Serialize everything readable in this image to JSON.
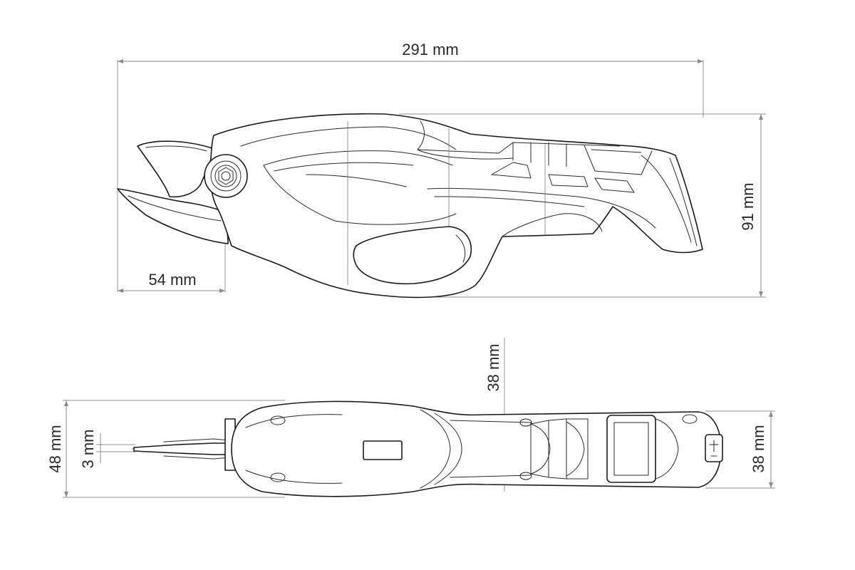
{
  "dimensions": {
    "overall_length": "291 mm",
    "blade_length": "54 mm",
    "side_height": "91 mm",
    "top_width": "38 mm",
    "overall_width": "48 mm",
    "blade_thickness": "3 mm",
    "handle_width": "38 mm"
  }
}
